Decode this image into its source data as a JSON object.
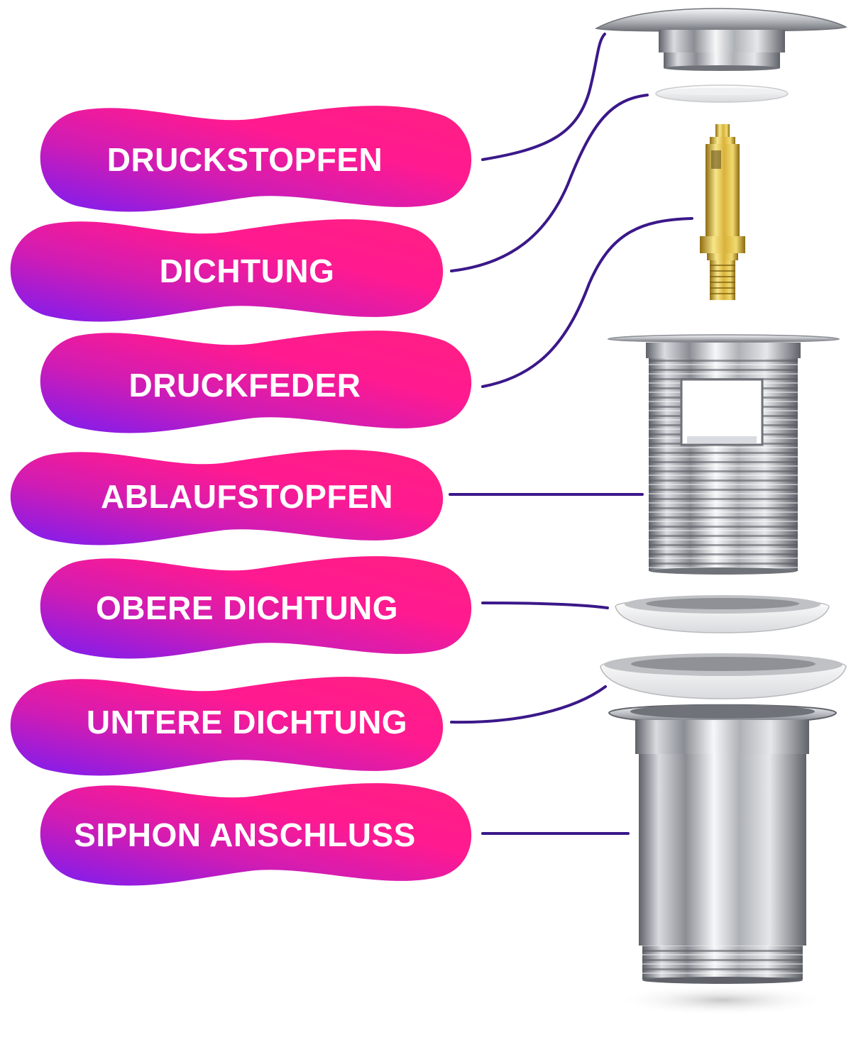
{
  "labels": [
    "DRUCKSTOPFEN",
    "DICHTUNG",
    "DRUCKFEDER",
    "ABLAUFSTOPFEN",
    "OBERE DICHTUNG",
    "UNTERE DICHTUNG",
    "SIPHON ANSCHLUSS"
  ],
  "colors": {
    "label_gradient_start": "#8a1cf0",
    "label_gradient_end": "#ff1a8c",
    "label_gradient_mid": "#e21aa3",
    "connector_line": "#3a1a8c",
    "chrome_light": "#f4f4f6",
    "chrome_dark": "#6f7278",
    "brass_light": "#f5e27a",
    "brass_dark": "#9c7a17",
    "gasket": "#ffffff",
    "gasket_inner": "#8f9196"
  },
  "icons": [
    "push-stopper-cap-icon",
    "seal-ring-icon",
    "spring-cartridge-icon",
    "threaded-drain-body-icon",
    "upper-gasket-icon",
    "lower-gasket-icon",
    "siphon-connector-icon"
  ]
}
